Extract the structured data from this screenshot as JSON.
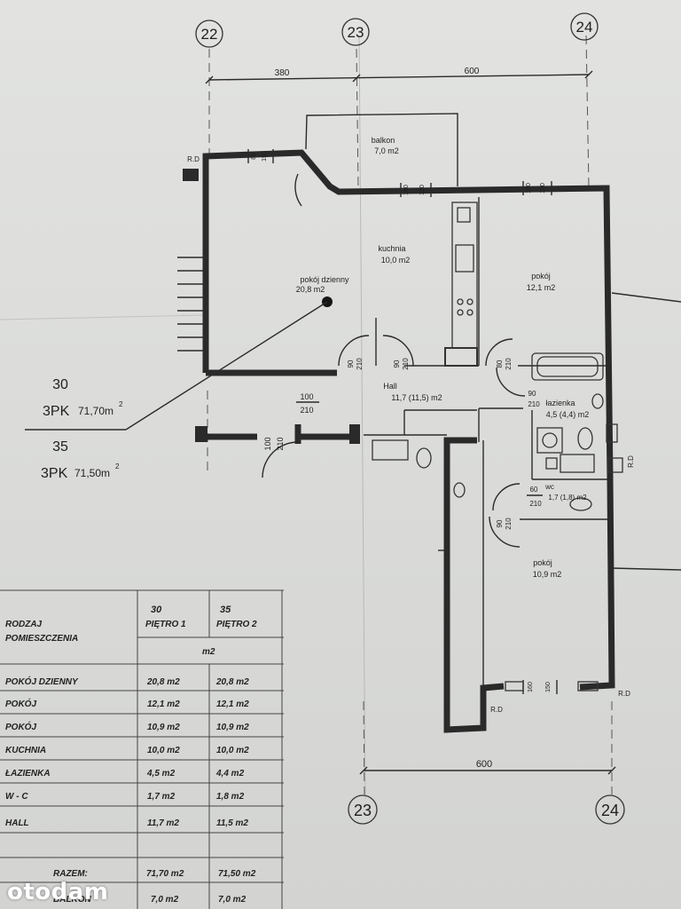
{
  "grid_labels": {
    "top_left": "22",
    "top_mid": "23",
    "top_right": "24",
    "bottom_mid": "23",
    "bottom_right": "24"
  },
  "dimensions": {
    "top_left": "380",
    "top_right": "600",
    "bottom": "600"
  },
  "rooms": {
    "balkon": {
      "name": "balkon",
      "area": "7,0 m2"
    },
    "kuchnia": {
      "name": "kuchnia",
      "area": "10,0 m2"
    },
    "pokoj_dzienny": {
      "name": "pokój dzienny",
      "area": "20,8 m2"
    },
    "pokoj_1": {
      "name": "pokój",
      "area": "12,1 m2"
    },
    "hall": {
      "name": "Hall",
      "area": "11,7 (11,5) m2"
    },
    "lazienka": {
      "name": "łazienka",
      "area": "4,5 (4,4) m2"
    },
    "wc": {
      "name": "wc",
      "area": "1,7 (1,8) m2"
    },
    "pokoj_2": {
      "name": "pokój",
      "area": "10,9 m2"
    }
  },
  "door_codes": {
    "d_100": "100",
    "d_210": "210",
    "d_90": "90",
    "d_80": "80",
    "d_60": "60",
    "d_150": "150",
    "d_160": "160",
    "d_180": "180",
    "rd": "R.D"
  },
  "unit_labels": {
    "unit_a_num": "30",
    "unit_a_code": "3PK",
    "unit_a_area": "71,70m",
    "unit_b_num": "35",
    "unit_b_code": "3PK",
    "unit_b_area": "71,50m",
    "sup": "2"
  },
  "table": {
    "col_rodzaj": "RODZAJ",
    "col_pomieszczenia": "POMIESZCZENIA",
    "col_a_num": "30",
    "col_a_floor": "PIĘTRO 1",
    "col_b_num": "35",
    "col_b_floor": "PIĘTRO 2",
    "unit": "m2",
    "rows": [
      {
        "name": "POKÓJ DZIENNY",
        "a": "20,8 m2",
        "b": "20,8 m2"
      },
      {
        "name": "POKÓJ",
        "a": "12,1 m2",
        "b": "12,1 m2"
      },
      {
        "name": "POKÓJ",
        "a": "10,9 m2",
        "b": "10,9 m2"
      },
      {
        "name": "KUCHNIA",
        "a": "10,0 m2",
        "b": "10,0 m2"
      },
      {
        "name": "ŁAZIENKA",
        "a": "4,5 m2",
        "b": "4,4 m2"
      },
      {
        "name": "W - C",
        "a": "1,7 m2",
        "b": "1,8 m2"
      },
      {
        "name": "HALL",
        "a": "11,7 m2",
        "b": "11,5 m2"
      }
    ],
    "total_label": "RAZEM:",
    "total_a": "71,70 m2",
    "total_b": "71,50 m2",
    "balkon_label": "BALKON",
    "balkon_a": "7,0 m2",
    "balkon_b": "7,0 m2"
  },
  "watermark": "otodam"
}
